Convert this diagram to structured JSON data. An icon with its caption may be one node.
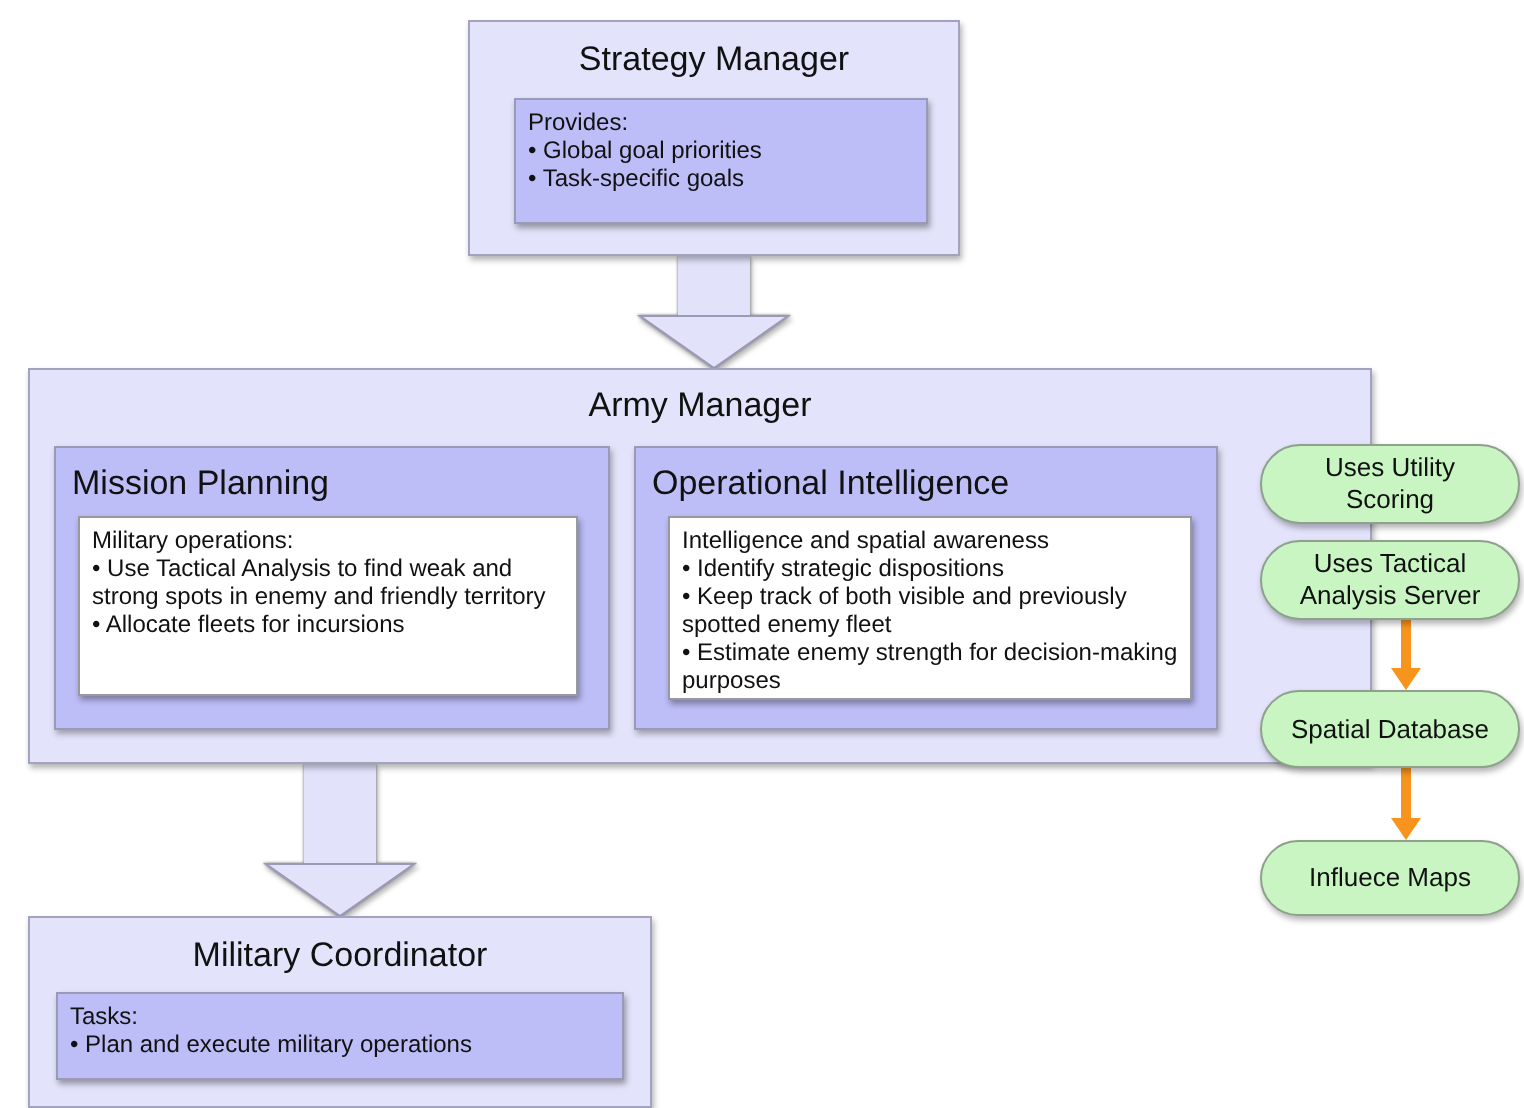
{
  "diagram": {
    "nodes": [
      {
        "text": [
          "Strategy Manager"
        ]
      },
      {
        "text": [
          "Provides:",
          "• Global goal priorities",
          "• Task-specific goals"
        ],
        "in": 0
      },
      {
        "text": [
          "Army Manager"
        ]
      },
      {
        "text": [
          "Mission Planning"
        ],
        "in": 2
      },
      {
        "text": [
          "Military operations:",
          "• Use Tactical Analysis to find weak and strong spots in enemy and friendly territory",
          "• Allocate fleets for incursions"
        ],
        "in": 3
      },
      {
        "text": [
          "Operational Intelligence"
        ],
        "in": 2
      },
      {
        "text": [
          "Intelligence and spatial awareness",
          "• Identify strategic dispositions",
          "• Keep track of both visible and previously spotted enemy fleet",
          "• Estimate enemy strength for decision-making purposes"
        ],
        "in": 5
      },
      {
        "text": [
          "Uses Utility Scoring"
        ]
      },
      {
        "text": [
          "Uses Tactical Analysis Server"
        ]
      },
      {
        "text": [
          "Spatial Database"
        ]
      },
      {
        "text": [
          "Influece Maps"
        ]
      },
      {
        "text": [
          "Military Coordinator"
        ]
      },
      {
        "text": [
          "Tasks:",
          "• Plan and execute military operations"
        ],
        "in": 11
      }
    ],
    "edges": [
      {
        "from": 0,
        "to": 2,
        "arrow": "to",
        "style": "thick",
        "color": "#e2e2fb"
      },
      {
        "from": 2,
        "to": 11,
        "arrow": "to",
        "style": "thick",
        "color": "#e2e2fb"
      },
      {
        "from": 8,
        "to": 9,
        "arrow": "to",
        "color": "#f7941d"
      },
      {
        "from": 9,
        "to": 10,
        "arrow": "to",
        "color": "#f7941d"
      }
    ]
  }
}
